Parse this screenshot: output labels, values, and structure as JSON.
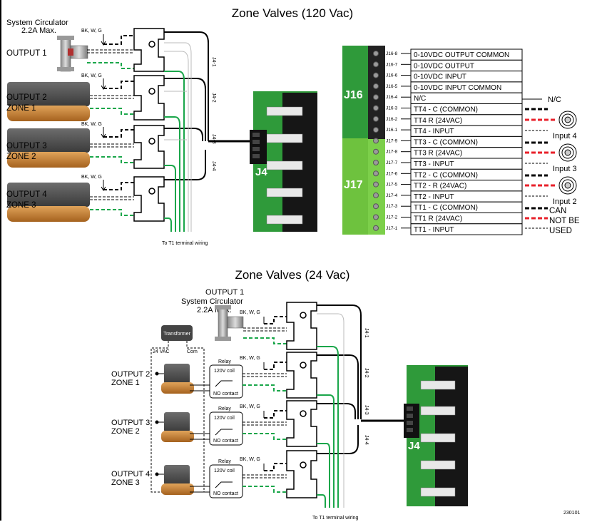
{
  "top": {
    "title": "Zone Valves (120 Vac)",
    "circulator_name": "System Circulator",
    "circulator_amps": "2.2A Max.",
    "wire_colors": "BK, W, G",
    "outputs": [
      {
        "line1": "OUTPUT 1",
        "line2": ""
      },
      {
        "line1": "OUTPUT 2",
        "line2": "ZONE 1"
      },
      {
        "line1": "OUTPUT 3",
        "line2": "ZONE 2"
      },
      {
        "line1": "OUTPUT 4",
        "line2": "ZONE 3"
      }
    ],
    "j4_pins": [
      "J4-1",
      "J4-2",
      "J4-3",
      "J4-4"
    ],
    "connector": "J4",
    "footer": "To T1 terminal wiring"
  },
  "terminal": {
    "j16": "J16",
    "j17": "J17",
    "rows": [
      {
        "pin": "J16-8",
        "label": "0-10VDC OUTPUT COMMON"
      },
      {
        "pin": "J16-7",
        "label": "0-10VDC OUTPUT"
      },
      {
        "pin": "J16-6",
        "label": "0-10VDC INPUT"
      },
      {
        "pin": "J16-5",
        "label": "0-10VDC INPUT COMMON"
      },
      {
        "pin": "J16-4",
        "label": "N/C"
      },
      {
        "pin": "J16-3",
        "label": "TT4 - C (COMMON)"
      },
      {
        "pin": "J16-2",
        "label": "TT4 R (24VAC)"
      },
      {
        "pin": "J16-1",
        "label": "TT4 - INPUT"
      },
      {
        "pin": "J17-9",
        "label": "TT3 - C (COMMON)"
      },
      {
        "pin": "J17-8",
        "label": "TT3 R (24VAC)"
      },
      {
        "pin": "J17-7",
        "label": "TT3 - INPUT"
      },
      {
        "pin": "J17-6",
        "label": "TT2 - C (COMMON)"
      },
      {
        "pin": "J17-5",
        "label": "TT2 -  R (24VAC)"
      },
      {
        "pin": "J17-4",
        "label": "TT2 - INPUT"
      },
      {
        "pin": "J17-3",
        "label": "TT1 - C (COMMON)"
      },
      {
        "pin": "J17-2",
        "label": "TT1 R (24VAC)"
      },
      {
        "pin": "J17-1",
        "label": "TT1 - INPUT"
      }
    ],
    "nc_label": "N/C",
    "inputs": [
      "Input 4",
      "Input 3",
      "Input 2"
    ],
    "cannot_use": [
      "CAN",
      "NOT BE",
      "USED"
    ]
  },
  "bottom": {
    "title": "Zone Valves (24 Vac)",
    "output1": "OUTPUT 1",
    "circulator_name": "System Circulator",
    "circulator_amps": "2.2A Max.",
    "wire_colors": "BK, W, G",
    "transformer": "Transformer",
    "vac24": "24 VAC",
    "com": "Com",
    "relay": "Relay",
    "coil": "120V coil",
    "contact": "NO contact",
    "outputs": [
      {
        "line1": "OUTPUT 2",
        "line2": "ZONE 1"
      },
      {
        "line1": "OUTPUT 3",
        "line2": "ZONE 2"
      },
      {
        "line1": "OUTPUT 4",
        "line2": "ZONE 3"
      }
    ],
    "j4_pins": [
      "J4-1",
      "J4-2",
      "J4-3",
      "J4-4"
    ],
    "connector": "J4",
    "footer": "To T1 terminal wiring",
    "doc_number": "230101"
  },
  "colors": {
    "green_wire": "#1aa64a",
    "red_wire": "#e8202a",
    "board_green": "#2f9a3a"
  }
}
